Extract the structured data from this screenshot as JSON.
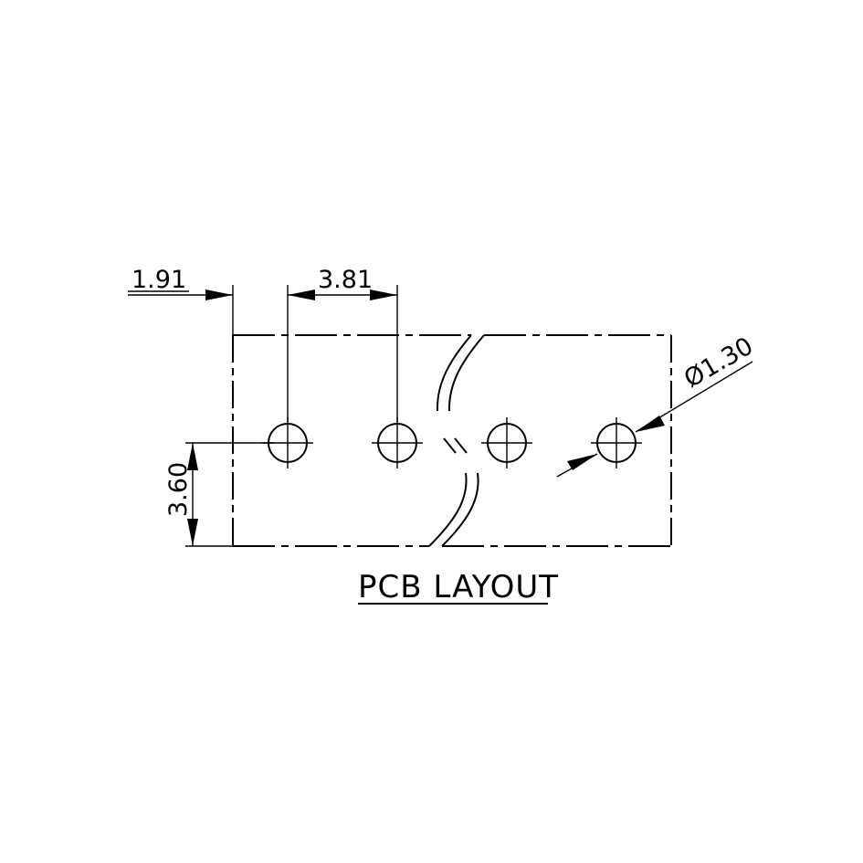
{
  "drawing": {
    "title": "PCB LAYOUT",
    "dimensions": {
      "edge_to_first_pin": "1.91",
      "pitch": "3.81",
      "pin_row_to_edge": "3.60",
      "hole_diameter": "Ø1.30"
    },
    "pin_holes_shown": 4
  }
}
